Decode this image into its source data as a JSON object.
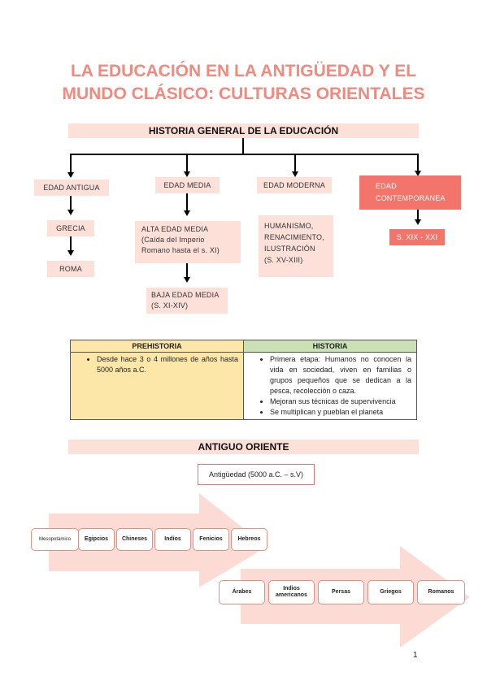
{
  "title": {
    "line1": "LA EDUCACIÓN EN LA ANTIGÜEDAD Y EL",
    "line2": "MUNDO CLÁSICO: CULTURAS ORIENTALES"
  },
  "history_section": {
    "heading": "HISTORIA GENERAL DE LA EDUCACIÓN",
    "edad_antigua": "EDAD ANTIGUA",
    "grecia": "GRECIA",
    "roma": "ROMA",
    "edad_media": "EDAD MEDIA",
    "alta_line1": "ALTA EDAD MEDIA",
    "alta_line2": "(Caída del Imperio",
    "alta_line3": "Romano hasta el s. XI)",
    "baja_line1": "BAJA EDAD MEDIA",
    "baja_line2": "(S. XI-XIV)",
    "edad_moderna": "EDAD MODERNA",
    "moderna_line1": "HUMANISMO,",
    "moderna_line2": "RENACIMIENTO,",
    "moderna_line3": "ILUSTRACIÓN",
    "moderna_line4": "(S. XV-XIII)",
    "contemp_line1": "EDAD",
    "contemp_line2": "CONTEMPORANEA",
    "contemp_child": "S. XIX - XXI"
  },
  "comparison": {
    "prehistoria_header": "PREHISTORIA",
    "historia_header": "HISTORIA",
    "prehistoria_items": [
      "Desde hace 3 o 4 millones de años hasta 5000 años a.C."
    ],
    "historia_items": [
      "Primera etapa: Humanos no conocen la vida en sociedad, viven en familias o grupos pequeños que se dedican a la pesca, recolección o caza.",
      "Mejoran sus técnicas de supervivencia",
      "Se multiplican y pueblan el planeta"
    ],
    "prehistoria_color": "#fde7a8",
    "historia_color": "#c9e1b4"
  },
  "oriente": {
    "heading": "ANTIGUO ORIENTE",
    "era": "Antigüedad (5000 a.C. – s.V)",
    "row1": [
      "Mesopotámico",
      "Egipcios",
      "Chineses",
      "Indios",
      "Fenicios",
      "Hebreos"
    ],
    "row2": [
      "Árabes",
      "Indios americanos",
      "Persas",
      "Griegos",
      "Romanos"
    ]
  },
  "page_number": "1",
  "colors": {
    "title": "#f08a7e",
    "band": "#fde1d9",
    "accent_red": "#f2746a",
    "arrow": "#fbd5cc"
  }
}
